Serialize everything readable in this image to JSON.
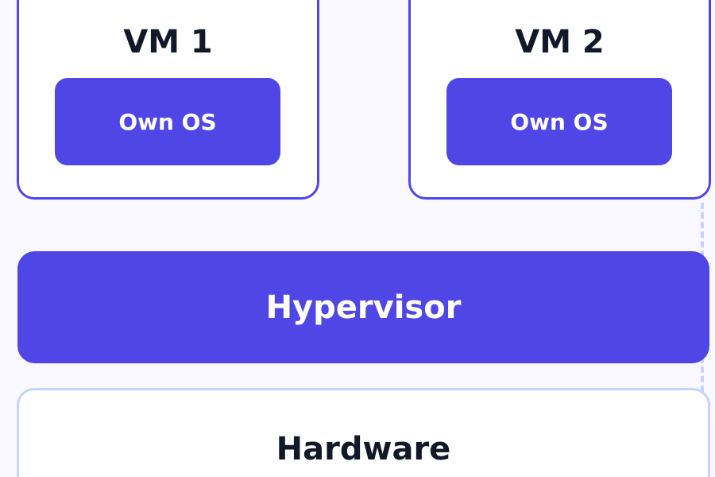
{
  "colors": {
    "accent": "#4F46E5",
    "text_dark": "#111827",
    "hardware_border": "#C7D2FE",
    "background": "#F9F8FE"
  },
  "vms": [
    {
      "title": "VM 1",
      "os_label": "Own OS"
    },
    {
      "title": "VM 2",
      "os_label": "Own OS"
    }
  ],
  "hypervisor": {
    "label": "Hypervisor"
  },
  "hardware": {
    "label": "Hardware"
  }
}
